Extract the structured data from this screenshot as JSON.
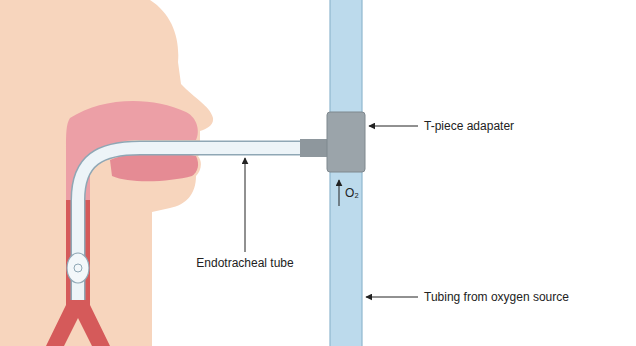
{
  "diagram": {
    "labels": [
      "T-piece adapater",
      "Endotracheal tube",
      "O₂",
      "Tubing from oxygen source"
    ]
  }
}
